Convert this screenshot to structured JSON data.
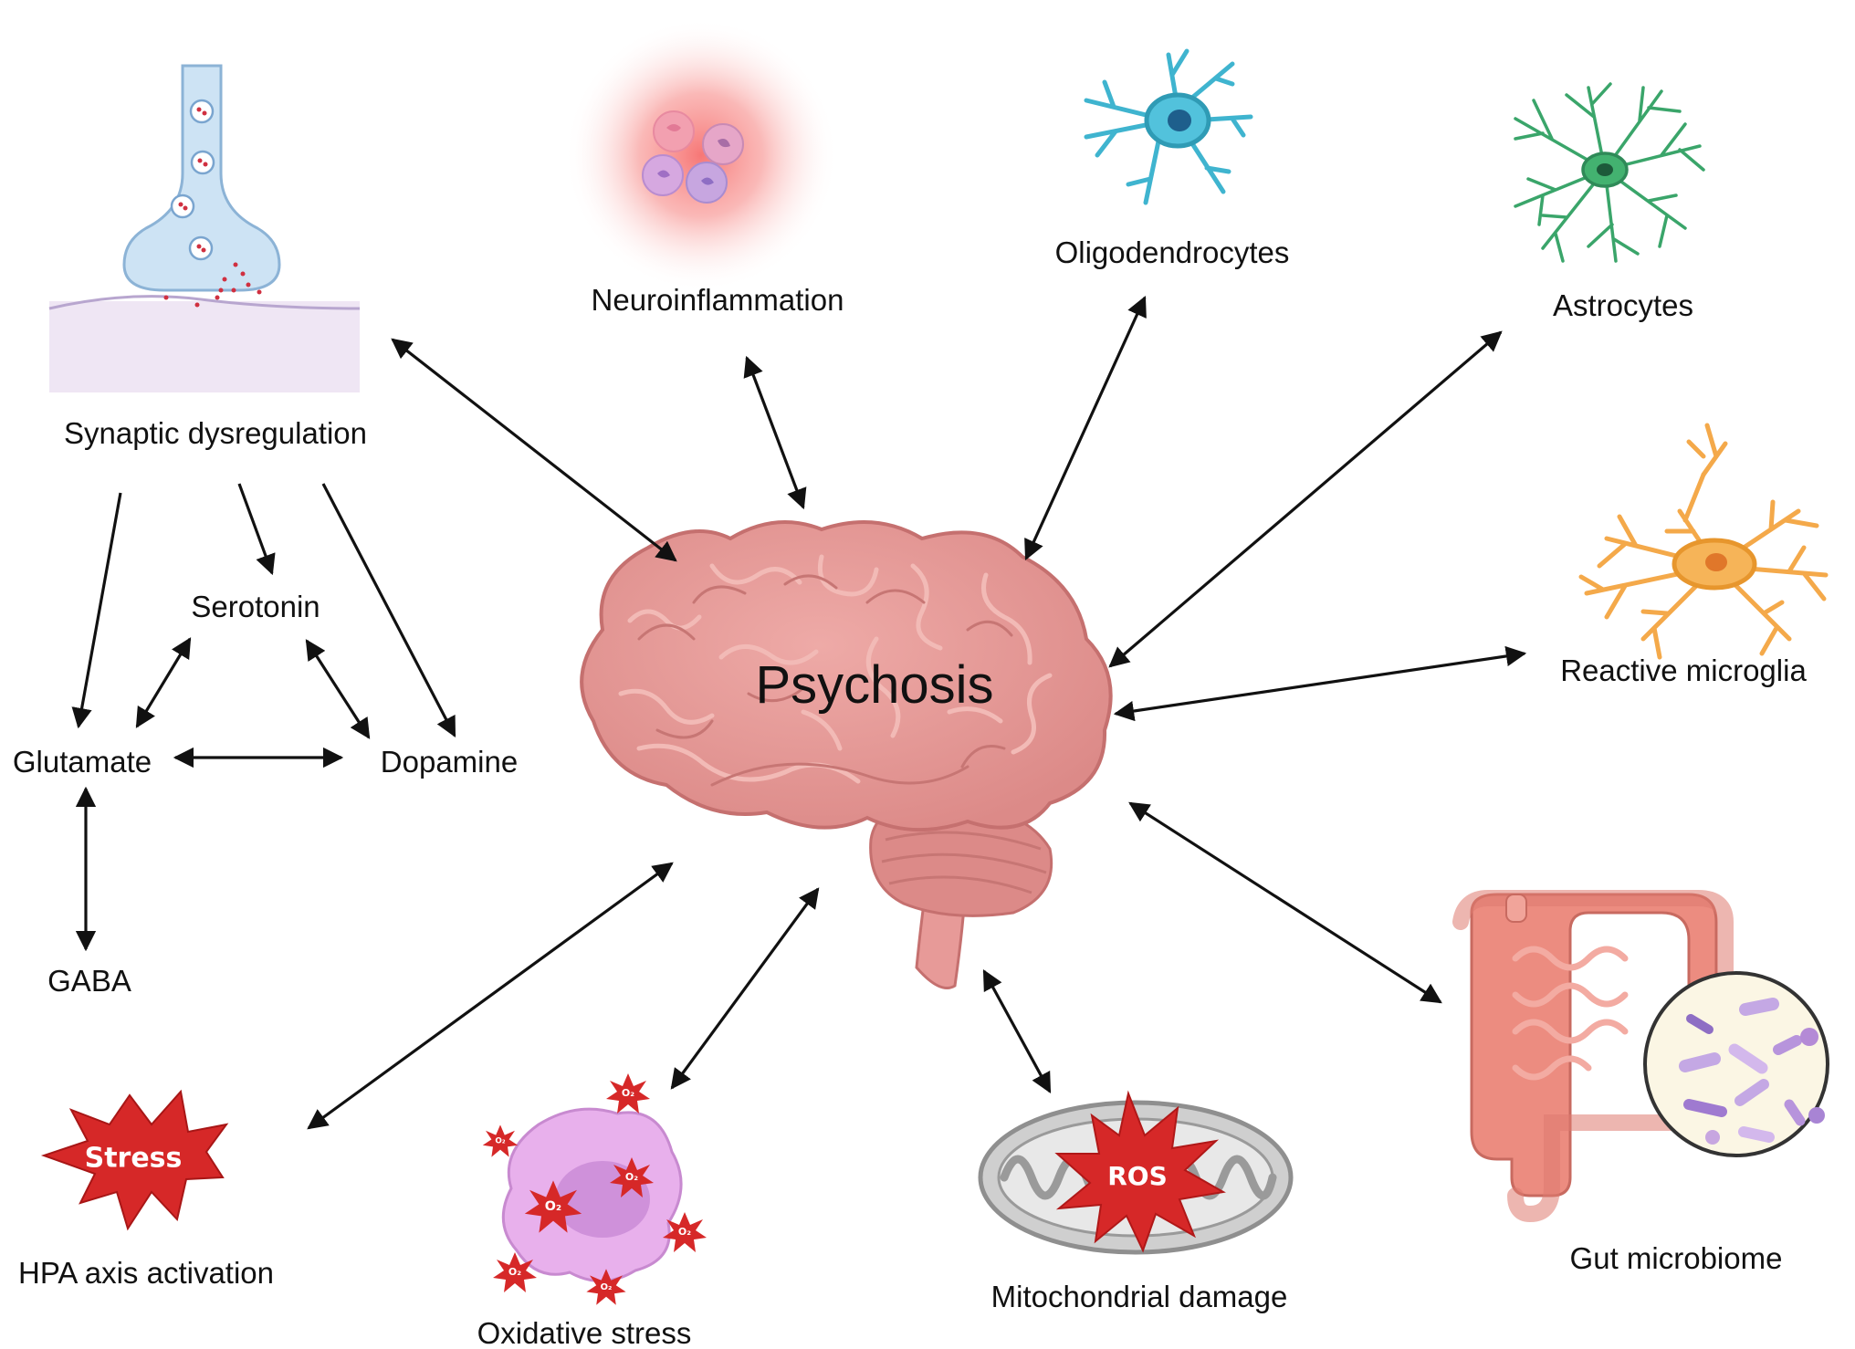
{
  "center": {
    "label": "Psychosis"
  },
  "factors": {
    "synaptic": "Synaptic dysregulation",
    "neuroinflammation": "Neuroinflammation",
    "oligodendrocytes": "Oligodendrocytes",
    "astrocytes": "Astrocytes",
    "reactive_microglia": "Reactive microglia",
    "gut_microbiome": "Gut microbiome",
    "mitochondrial_damage": "Mitochondrial damage",
    "oxidative_stress": "Oxidative stress",
    "hpa_axis": "HPA axis activation"
  },
  "neurotransmitters": {
    "serotonin": "Serotonin",
    "glutamate": "Glutamate",
    "dopamine": "Dopamine",
    "gaba": "GABA"
  },
  "badges": {
    "stress": "Stress",
    "ros": "ROS",
    "oxygen": "O₂"
  },
  "colors": {
    "brain": "#e79a98",
    "brain_outline": "#c5706f",
    "oligodendrocyte": "#3fb4cf",
    "astrocyte": "#3aa56a",
    "microglia": "#f4a94a",
    "stress_star": "#d62828",
    "inflammation": "#f57b7b",
    "synapse": "#c8dff2",
    "gut": "#ec8c80",
    "bacteria": "#b79ad8",
    "mitochondria": "#bdbdbd",
    "oxidative_cell": "#e3a6e8"
  },
  "icons": [
    "synapse-icon",
    "immune-cells-icon",
    "oligodendrocyte-icon",
    "astrocyte-icon",
    "microglia-icon",
    "gut-icon",
    "bacteria-magnifier-icon",
    "mitochondria-icon",
    "oxidative-cell-icon",
    "stress-star-icon",
    "brain-icon"
  ]
}
